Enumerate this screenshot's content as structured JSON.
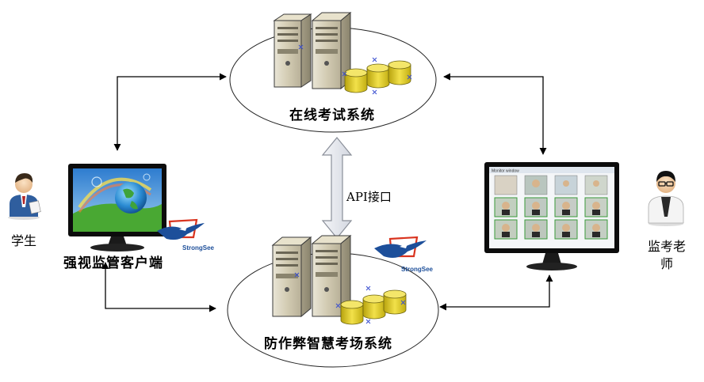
{
  "nodes": {
    "online_exam": {
      "label": "在线考试系统"
    },
    "smart_room": {
      "label": "防作弊智慧考场系统"
    },
    "client": {
      "label": "强视监管客户端"
    },
    "student": {
      "label": "学生"
    },
    "teacher": {
      "label": "监考老\n师"
    }
  },
  "api": {
    "label": "API接口"
  },
  "brand": {
    "name": "StrongSee"
  },
  "teacher_screen": {
    "header": "Monitor window"
  },
  "colors": {
    "arrow": "#000000",
    "api_arrow_fill": "#e6e8ee",
    "api_arrow_stroke": "#8a8f99",
    "server": "#c9c2aa",
    "coins": "#e5cf1f",
    "monitor_bezel": "#0c0c0c",
    "brand_red": "#d9341f",
    "brand_blue": "#1d4f9a"
  }
}
